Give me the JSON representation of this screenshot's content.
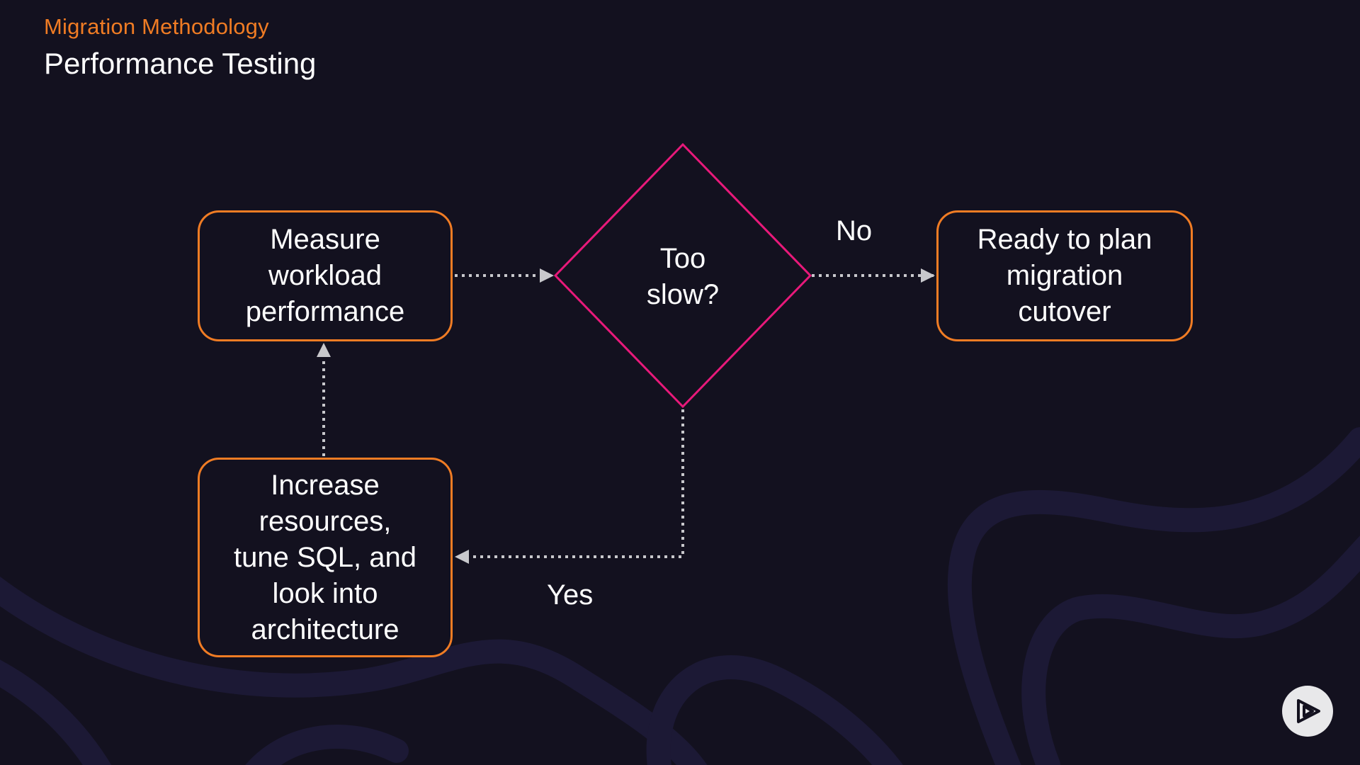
{
  "header": {
    "eyebrow": "Migration Methodology",
    "title": "Performance Testing"
  },
  "nodes": {
    "measure": {
      "lines": [
        "Measure",
        "workload",
        "performance"
      ]
    },
    "decision": {
      "lines": [
        "Too",
        "slow?"
      ]
    },
    "ready": {
      "lines": [
        "Ready to plan",
        "migration",
        "cutover"
      ]
    },
    "increase": {
      "lines": [
        "Increase",
        "resources,",
        "tune SQL, and",
        "look into",
        "architecture"
      ]
    }
  },
  "edges": {
    "no_label": "No",
    "yes_label": "Yes"
  },
  "colors": {
    "background": "#13111f",
    "box_border": "#f07c24",
    "decision_border": "#e8197a",
    "eyebrow": "#f07c24",
    "connector": "#c8c8cc",
    "swirl": "#1e1a38"
  },
  "logo": {
    "icon": "play-logo-icon"
  }
}
